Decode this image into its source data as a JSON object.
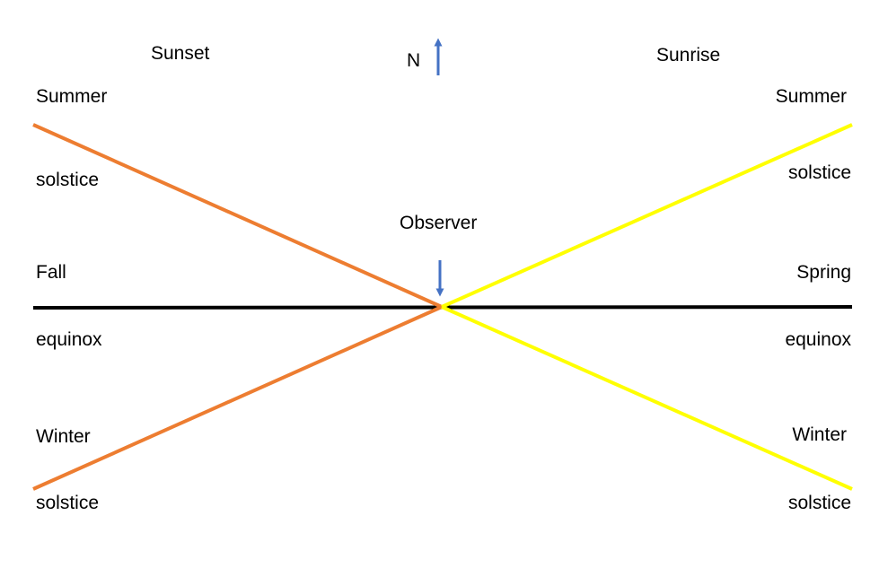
{
  "top": {
    "sunset": "Sunset",
    "north": "N",
    "sunrise": "Sunrise"
  },
  "observer": "Observer",
  "left": {
    "summer": "Summer",
    "summer_solstice": "solstice",
    "fall": "Fall",
    "fall_equinox": "equinox",
    "winter": "Winter",
    "winter_solstice": "solstice"
  },
  "right": {
    "summer": "Summer",
    "summer_solstice": "solstice",
    "spring": "Spring",
    "spring_equinox": "equinox",
    "winter": "Winter",
    "winter_solstice": "solstice"
  },
  "colors": {
    "sunset_lines": "#ED7D31",
    "sunrise_lines": "#FFFF00",
    "equinox_line": "#000000",
    "arrows": "#4472C4"
  }
}
